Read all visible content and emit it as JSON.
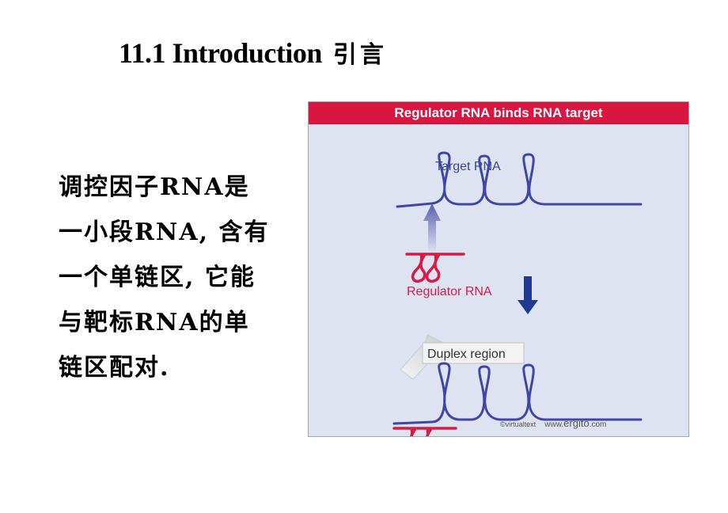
{
  "title": {
    "en": "11.1 Introduction",
    "cn": "引言"
  },
  "body_lines": [
    "调控因子RNA是",
    "一小段RNA, 含有",
    "一个单链区, 它能",
    "与靶标RNA的单",
    "链区配对."
  ],
  "figure": {
    "header": "Regulator RNA binds RNA target",
    "target_label": "Target RNA",
    "regulator_label": "Regulator RNA",
    "duplex_label": "Duplex region",
    "credit_prefix": "©virtualtext",
    "credit_www": "www.",
    "credit_brand": "ergito",
    "credit_suffix": ".com",
    "colors": {
      "header": "#d8163f",
      "target_strand": "#4046a8",
      "regulator_strand": "#d91a47",
      "panel": "#dde3f0"
    }
  }
}
